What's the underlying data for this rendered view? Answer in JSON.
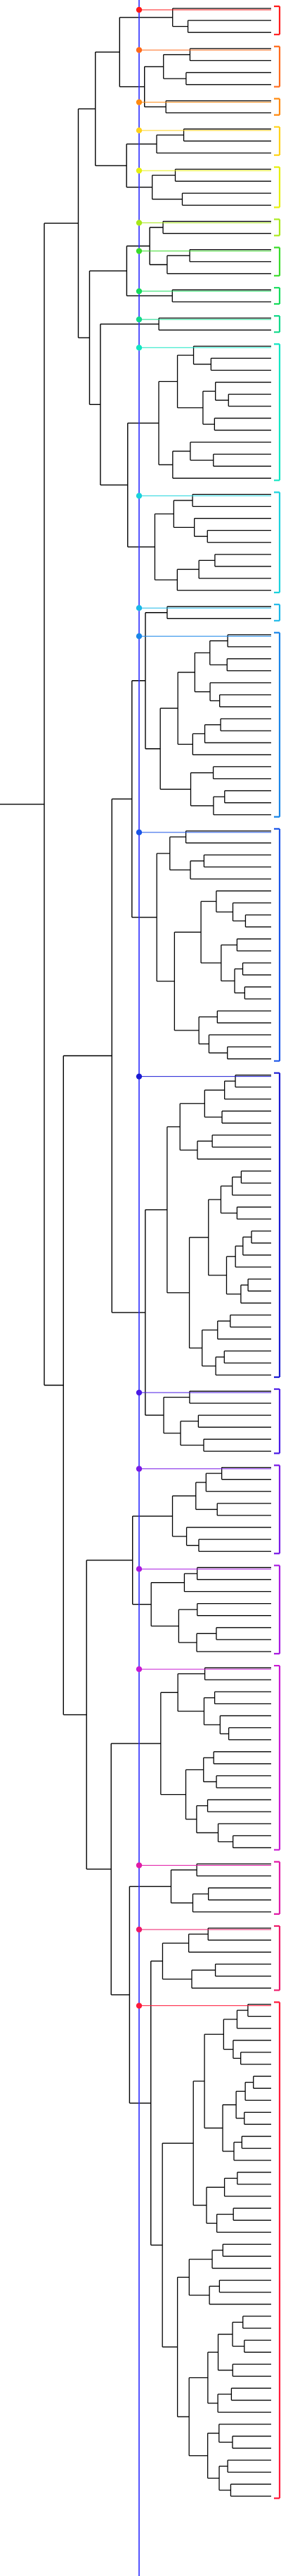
{
  "figure": {
    "type": "phylogenetic-tree",
    "orientation": "left-to-right",
    "title": "",
    "branch_color": "#000000",
    "reference_line_color": "#2a2aff",
    "marker_shape": "circle",
    "tip_bracket_shape": "square-bracket",
    "tip_labels_visible": false
  },
  "clades": [
    {
      "id": "c01",
      "color": "#ff1a1a",
      "tips": 3
    },
    {
      "id": "c02",
      "color": "#ff6a1a",
      "tips": 4
    },
    {
      "id": "c03",
      "color": "#ff8a10",
      "tips": 2
    },
    {
      "id": "c04",
      "color": "#ffd21a",
      "tips": 3
    },
    {
      "id": "c05",
      "color": "#e6ef10",
      "tips": 4
    },
    {
      "id": "c06",
      "color": "#a8e81a",
      "tips": 2
    },
    {
      "id": "c07",
      "color": "#3adb2a",
      "tips": 3
    },
    {
      "id": "c08",
      "color": "#16dc5c",
      "tips": 2
    },
    {
      "id": "c09",
      "color": "#12d98a",
      "tips": 2
    },
    {
      "id": "c10",
      "color": "#12e6c2",
      "tips": 12
    },
    {
      "id": "c11",
      "color": "#1ad2dc",
      "tips": 9
    },
    {
      "id": "c12",
      "color": "#1ab8e8",
      "tips": 2
    },
    {
      "id": "c13",
      "color": "#1a86e8",
      "tips": 16
    },
    {
      "id": "c14",
      "color": "#1a55e8",
      "tips": 20
    },
    {
      "id": "c15",
      "color": "#1a1ad2",
      "tips": 26
    },
    {
      "id": "c16",
      "color": "#4a1ae6",
      "tips": 6
    },
    {
      "id": "c17",
      "color": "#7a1ae6",
      "tips": 8
    },
    {
      "id": "c18",
      "color": "#a81ae0",
      "tips": 8
    },
    {
      "id": "c19",
      "color": "#c81ad2",
      "tips": 16
    },
    {
      "id": "c20",
      "color": "#e01aa6",
      "tips": 5
    },
    {
      "id": "c21",
      "color": "#ee1a6a",
      "tips": 6
    },
    {
      "id": "c22",
      "color": "#ff1a3a",
      "tips": 42
    }
  ]
}
